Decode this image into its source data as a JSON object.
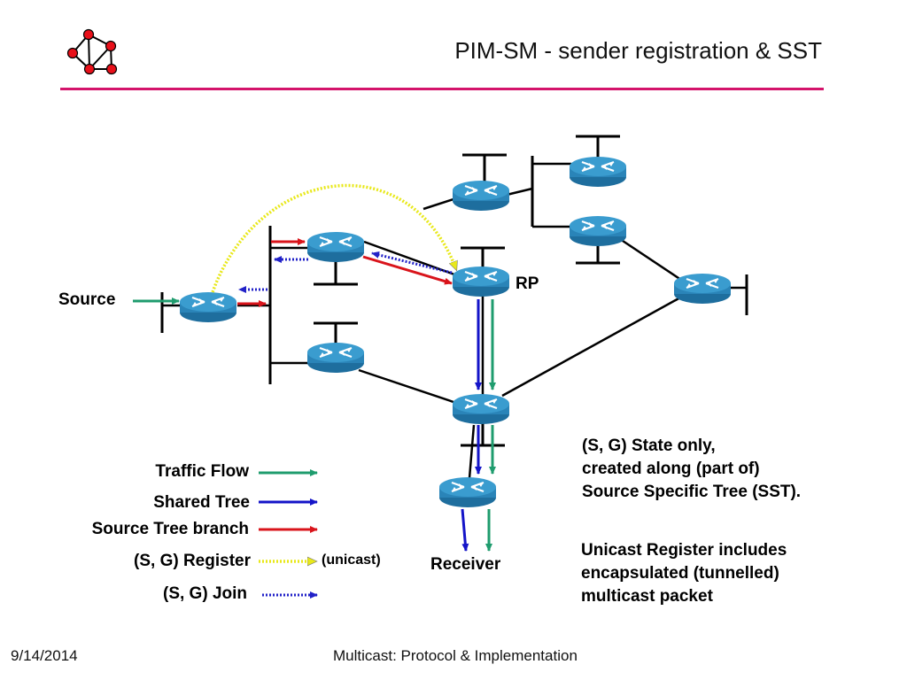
{
  "title": "PIM-SM - sender registration & SST",
  "colors": {
    "accent_rule": "#d4146b",
    "logo_node": "#e8101a",
    "router_fill": "#2a84b8",
    "router_top": "#3a9ccf",
    "traffic_flow": "#1f9c6e",
    "shared_tree": "#1414c8",
    "source_tree": "#d9141b",
    "register": "#e8e81a",
    "join": "#2222c8"
  },
  "icons": {
    "logo": "network-graph-icon",
    "router": "router-icon"
  },
  "labels": {
    "source": "Source",
    "rp": "RP",
    "receiver": "Receiver"
  },
  "legend": {
    "traffic_flow": "Traffic Flow",
    "shared_tree": "Shared Tree",
    "source_tree_branch": "Source Tree branch",
    "register": "(S, G) Register",
    "register_note": "(unicast)",
    "join": "(S, G) Join"
  },
  "notes": {
    "sg_state_1": "(S, G) State only,",
    "sg_state_2": "created along (part of)",
    "sg_state_3": "Source Specific Tree (SST).",
    "unicast_1": "Unicast Register includes",
    "unicast_2": "encapsulated (tunnelled)",
    "unicast_3": "multicast packet"
  },
  "footer": {
    "date": "9/14/2014",
    "course": "Multicast: Protocol & Implementation"
  }
}
